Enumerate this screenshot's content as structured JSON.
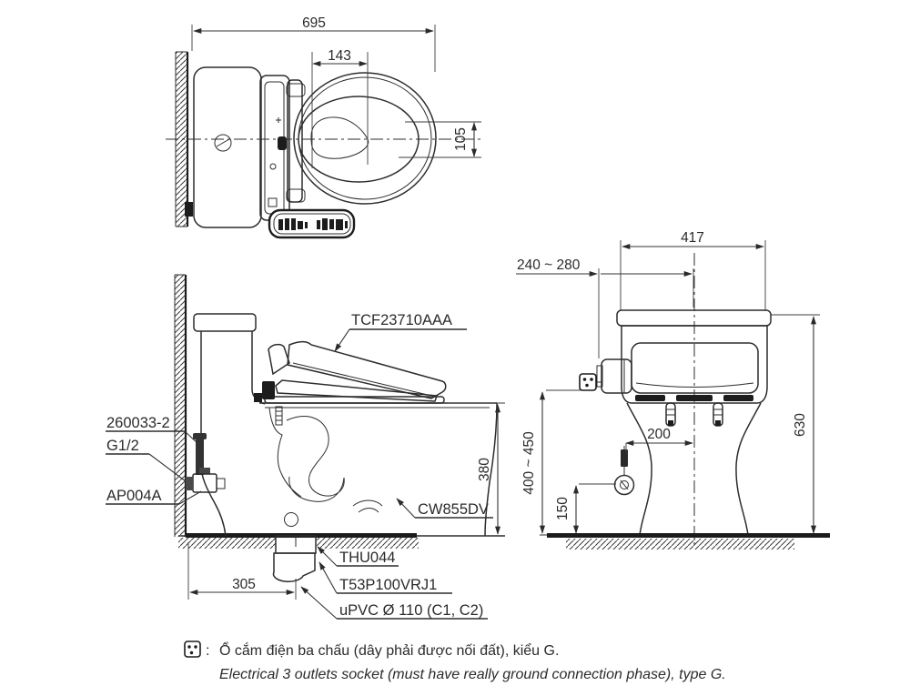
{
  "views": {
    "top": {
      "dim_width": "695",
      "dim_seat": "143",
      "dim_offset": "105"
    },
    "side": {
      "label_washlet": "TCF23710AAA",
      "label_pipe": "260033-2",
      "label_thread": "G1/2",
      "label_valve": "AP004A",
      "label_bowl": "CW855DV",
      "label_flange": "THU044",
      "label_socket": "T53P100VRJ1",
      "label_drain": "uPVC Ø 110 (C1, C2)",
      "dim_height": "380",
      "dim_depth": "305"
    },
    "front": {
      "dim_width": "417",
      "dim_supply_range": "240 ~ 280",
      "dim_total_height": "630",
      "dim_supply_height": "400 ~ 450",
      "dim_supply_offset": "200",
      "dim_outlet_height": "150"
    }
  },
  "note": {
    "colon": ":",
    "vi": "Ổ cắm điện ba chấu (dây phải được nối đất), kiểu G.",
    "en": "Electrical 3 outlets socket (must have really ground connection phase), type G."
  }
}
